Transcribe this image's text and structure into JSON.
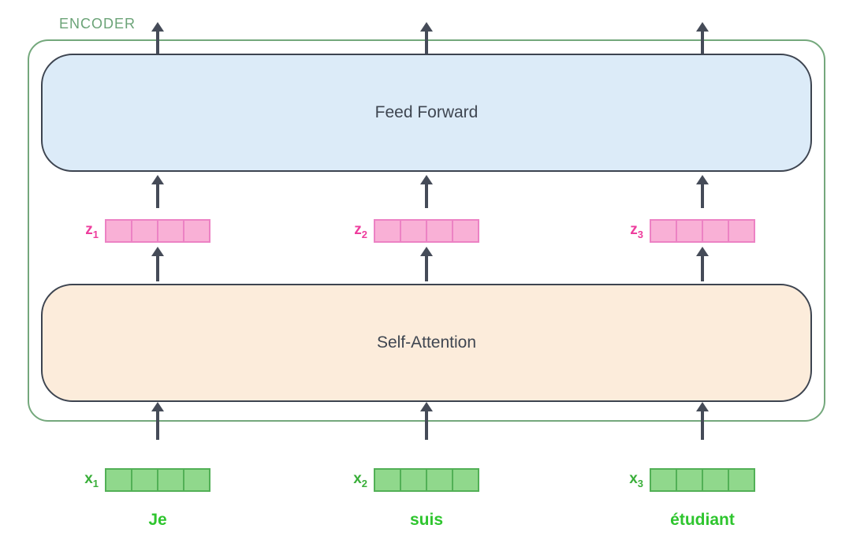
{
  "encoder": {
    "label": "ENCODER"
  },
  "blocks": {
    "feed_forward": {
      "label": "Feed Forward"
    },
    "self_attention": {
      "label": "Self-Attention"
    }
  },
  "vectors": {
    "cells_per_vector": 4,
    "z": [
      {
        "base": "z",
        "sub": "1"
      },
      {
        "base": "z",
        "sub": "2"
      },
      {
        "base": "z",
        "sub": "3"
      }
    ],
    "x": [
      {
        "base": "x",
        "sub": "1"
      },
      {
        "base": "x",
        "sub": "2"
      },
      {
        "base": "x",
        "sub": "3"
      }
    ]
  },
  "words": [
    "Je",
    "suis",
    "étudiant"
  ],
  "colors": {
    "background": "#ffffff",
    "encoder_border": "#74a87c",
    "encoder_label": "#6ba377",
    "block_border": "#3d4450",
    "block_text": "#3f4651",
    "ff_fill": "#dcebf8",
    "sa_fill": "#fcecdb",
    "arrow": "#454b58",
    "z_fill": "#f9b0d6",
    "z_border": "#ec82c4",
    "z_label": "#ee3d9d",
    "x_fill": "#90d88c",
    "x_border": "#52b056",
    "x_label": "#3aaf3a",
    "word": "#2ec52e"
  }
}
